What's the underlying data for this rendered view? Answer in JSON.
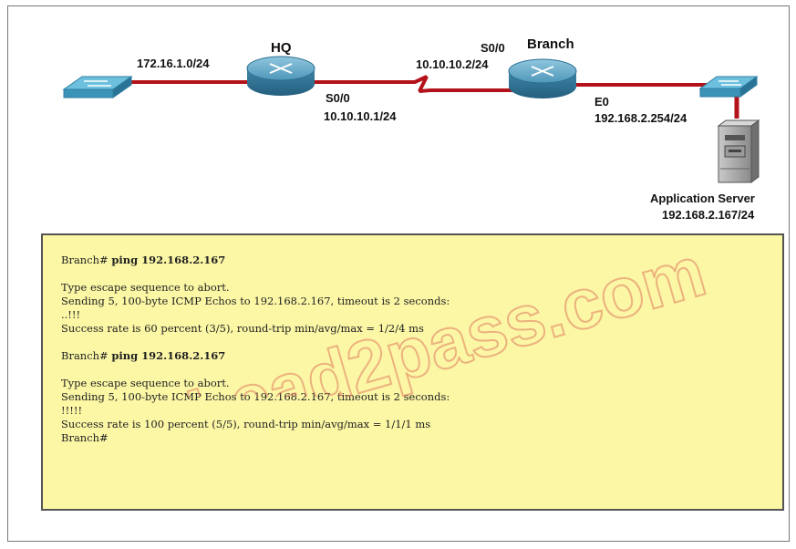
{
  "topology": {
    "hq_router_label": "HQ",
    "branch_router_label": "Branch",
    "hq_lan_network": "172.16.1.0/24",
    "hq_serial_interface": "S0/0",
    "hq_serial_ip": "10.10.10.1/24",
    "branch_serial_interface": "S0/0",
    "branch_serial_ip": "10.10.10.2/24",
    "branch_ethernet_interface": "E0",
    "branch_ethernet_ip": "192.168.2.254/24",
    "server_name": "Application Server",
    "server_ip": "192.168.2.167/24"
  },
  "console": {
    "ping1": {
      "prompt": "Branch#",
      "command": "ping 192.168.2.167",
      "escape_line": "Type escape sequence to abort.",
      "sending_line": "Sending 5, 100-byte ICMP Echos to 192.168.2.167, timeout is 2 seconds:",
      "result_marks": "..!!!",
      "success_line": "Success rate is 60 percent (3/5), round-trip min/avg/max = 1/2/4 ms"
    },
    "ping2": {
      "prompt": "Branch#",
      "command": "ping 192.168.2.167",
      "escape_line": "Type escape sequence to abort.",
      "sending_line": "Sending 5, 100-byte ICMP Echos to 192.168.2.167, timeout is 2 seconds:",
      "result_marks": "!!!!!",
      "success_line": "Success rate is 100 percent (5/5), round-trip min/avg/max = 1/1/1 ms"
    },
    "final_prompt": "Branch#"
  },
  "watermark": {
    "text": "Lead2pass.com"
  },
  "colors": {
    "link": "#b3121a",
    "router": "#4f97b9",
    "switch": "#4aa6c9",
    "console_bg": "#fbf7a5",
    "watermark": "#e07a5f"
  }
}
